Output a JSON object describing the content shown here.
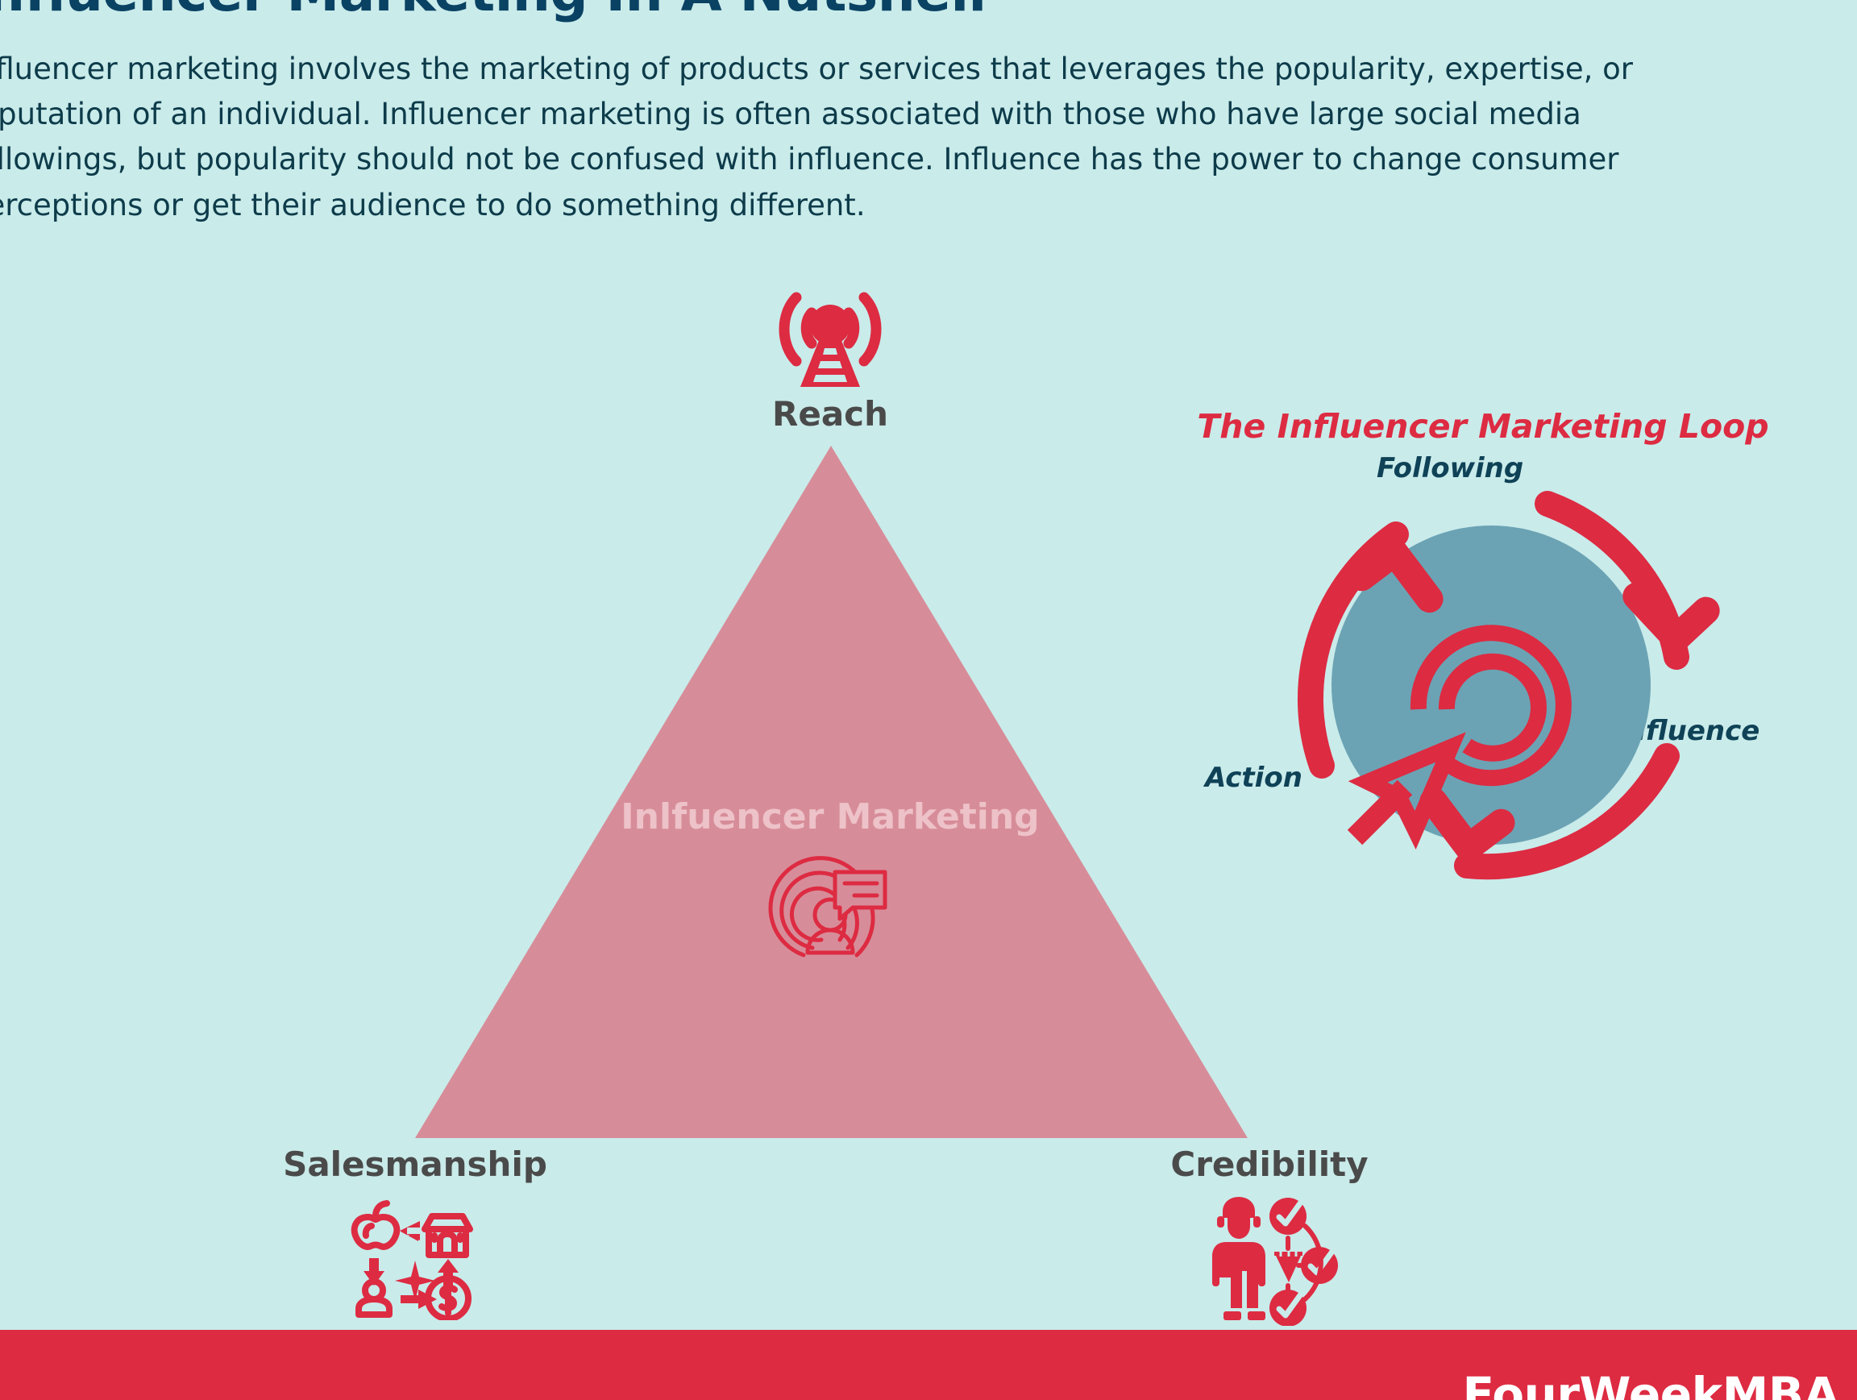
{
  "page": {
    "title": "Influencer Marketing In A Nutshell",
    "intro": "Influencer marketing involves the marketing of products or services that leverages the popularity, expertise, or reputation of an individual. Influencer marketing is often associated with those who have large social media followings, but popularity should not be confused with influence. Influence has the power to change consumer perceptions or get their audience to do something different."
  },
  "colors": {
    "background": "#c9ebea",
    "title_navy": "#0a4263",
    "body_text": "#0d3b4a",
    "accent_red": "#dd2b42",
    "triangle_rose": "#d78d99",
    "triangle_label_pink": "#edc2c8",
    "loop_circle_blue": "#6ba3b4",
    "vertex_label_gray": "#4a4a4a",
    "footer_bar": "#dd2b42",
    "footer_text": "#ffffff"
  },
  "triangle": {
    "center_label": "Inlfuencer Marketing",
    "center_icon": "influencer-broadcast-icon",
    "vertices": [
      {
        "id": "reach",
        "label": "Reach",
        "icon": "broadcast-tower-icon"
      },
      {
        "id": "salesmanship",
        "label": "Salesmanship",
        "icon": "sales-cycle-icon"
      },
      {
        "id": "credibility",
        "label": "Credibility",
        "icon": "credibility-person-check-icon"
      }
    ]
  },
  "loop": {
    "title": "The Influencer Marketing Loop",
    "center_icon": "pin-cursor-icon",
    "stages": [
      {
        "id": "following",
        "label": "Following"
      },
      {
        "id": "influence",
        "label": "Influence"
      },
      {
        "id": "action",
        "label": "Action"
      }
    ]
  },
  "footer": {
    "brand": "FourWeekMBA"
  }
}
